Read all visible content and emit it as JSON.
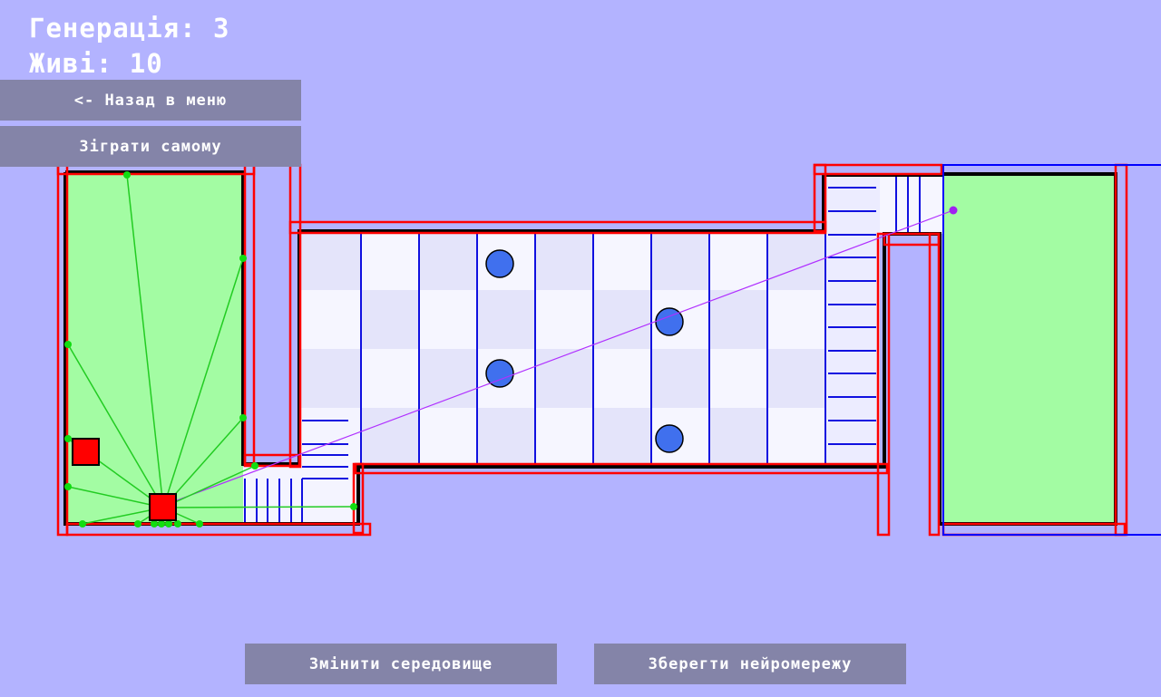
{
  "hud": {
    "generation": "Генерація: 3",
    "alive": "Живі: 10"
  },
  "buttons": {
    "back": "<- Назад в меню",
    "play_self": "Зіграти самому",
    "change_env": "Змінити середовище",
    "save_net": "Зберегти нейромережу"
  },
  "colors": {
    "background": "#b3b3ff",
    "button": "#8484a8",
    "room": "#a3fca3",
    "wall": "#ff0000",
    "obstacle": "#4169e1",
    "sensor": "#22dd22",
    "target_line": "#b030ff"
  }
}
